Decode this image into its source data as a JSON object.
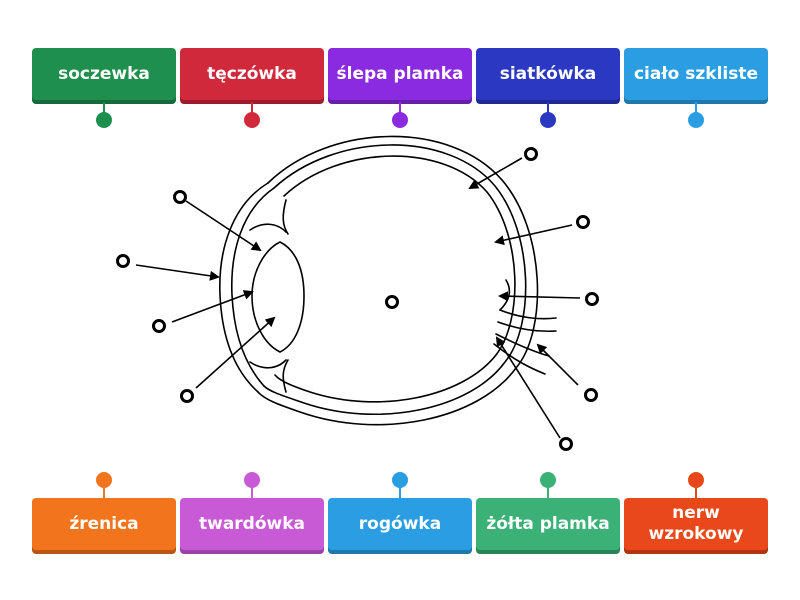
{
  "top_labels": [
    {
      "text": "soczewka",
      "color": "#1f8f4e"
    },
    {
      "text": "tęczówka",
      "color": "#d1293c"
    },
    {
      "text": "ślepa plamka",
      "color": "#8a2be2"
    },
    {
      "text": "siatkówka",
      "color": "#2b39c2"
    },
    {
      "text": "ciało szkliste",
      "color": "#2b9ee3"
    }
  ],
  "bottom_labels": [
    {
      "text": "źrenica",
      "color": "#f2741d"
    },
    {
      "text": "twardówka",
      "color": "#c85ad6"
    },
    {
      "text": "rogówka",
      "color": "#2b9ee3"
    },
    {
      "text": "żółta plamka",
      "color": "#3bb077"
    },
    {
      "text": "nerw wzrokowy",
      "color": "#e8481a"
    }
  ],
  "diagram": {
    "line_color": "#000000",
    "target_count": 10
  }
}
